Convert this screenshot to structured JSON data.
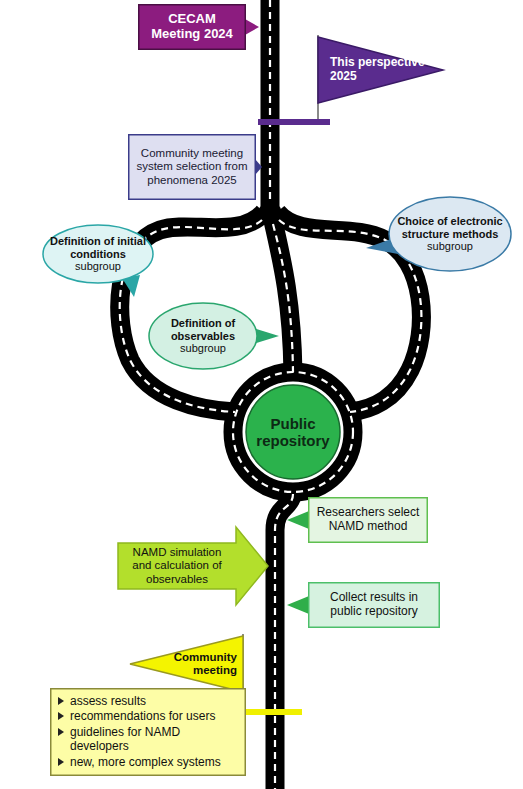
{
  "diagram": {
    "nodes": [
      {
        "text": [
          "CECAM Meeting 2024"
        ]
      },
      {
        "text": [
          "This perspective 2025"
        ]
      },
      {
        "text": [
          "Community meeting system selection from phenomena 2025"
        ]
      },
      {
        "text": [
          "Definition of initial conditions",
          "subgroup"
        ]
      },
      {
        "text": [
          "Choice of electronic structure methods",
          "subgroup"
        ]
      },
      {
        "text": [
          "Definition of observables",
          "subgroup"
        ]
      },
      {
        "text": [
          "Public repository"
        ]
      },
      {
        "text": [
          "Researchers select NAMD method"
        ]
      },
      {
        "text": [
          "NAMD simulation and calculation of observables"
        ]
      },
      {
        "text": [
          "Collect results in public repository"
        ]
      },
      {
        "text": [
          "Community meeting"
        ]
      },
      {
        "text": [
          "assess results",
          "recommendations for users",
          "guidelines for NAMD developers",
          "new, more complex systems"
        ]
      }
    ]
  }
}
